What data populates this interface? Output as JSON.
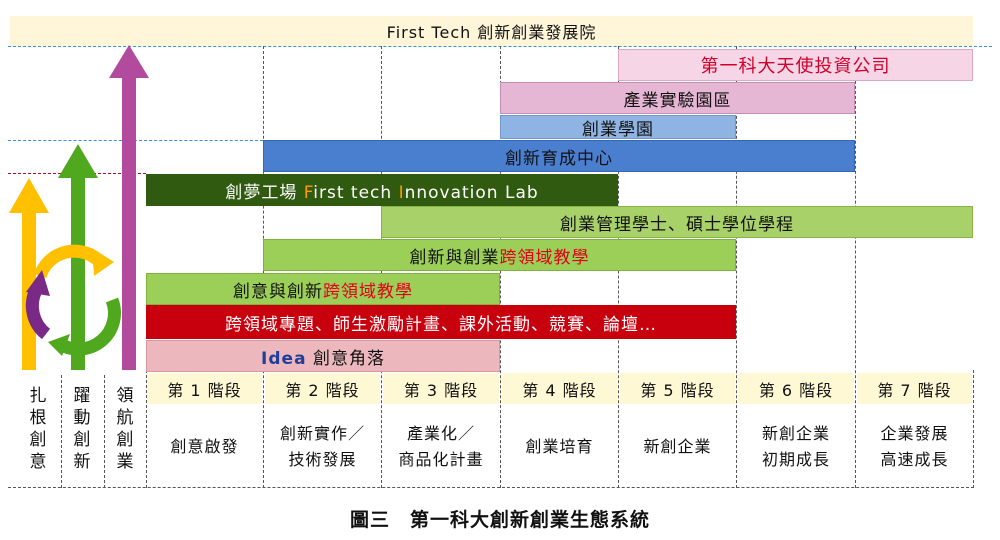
{
  "top_banner": "First Tech 創新創業發展院",
  "bars": {
    "angel": "第一科大天使投資公司",
    "park": "產業實驗園區",
    "academy": "創業學園",
    "incubator": "創新育成中心",
    "dream_lab": {
      "pre": "創夢工場 ",
      "f": "F",
      "mid1": "irst tech ",
      "i": "I",
      "mid2": "nnovation Lab"
    },
    "degree": "創業管理學士、碩士學位學程",
    "cross_innov": {
      "pre": "創新與創業",
      "hl": "跨領域教學"
    },
    "cross_creative": {
      "pre": "創意與創新",
      "hl": "跨領域教學"
    },
    "projects": "跨領域專題、師生激勵計畫、課外活動、競賽、論壇…",
    "idea": {
      "hl": "Idea",
      "rest": " 創意角落"
    }
  },
  "left_columns": [
    "扎根創意",
    "躍動創新",
    "領航創業"
  ],
  "stages": [
    {
      "label": "第 1 階段",
      "desc": [
        "創意啟發"
      ]
    },
    {
      "label": "第 2 階段",
      "desc": [
        "創新實作／",
        "技術發展"
      ]
    },
    {
      "label": "第 3 階段",
      "desc": [
        "產業化／",
        "商品化計畫"
      ]
    },
    {
      "label": "第 4 階段",
      "desc": [
        "創業培育"
      ]
    },
    {
      "label": "第 5 階段",
      "desc": [
        "新創企業"
      ]
    },
    {
      "label": "第 6 階段",
      "desc": [
        "新創企業",
        "初期成長"
      ]
    },
    {
      "label": "第 7 階段",
      "desc": [
        "企業發展",
        "高速成長"
      ]
    }
  ],
  "caption": "圖三　第一科大創新創業生態系統",
  "colors": {
    "banner": "#fff6d9",
    "angel": "#f6d5e6",
    "park": "#e6b6d5",
    "academy": "#8fb4e3",
    "incubator": "#4a7fd0",
    "dream_lab": "#2f5a0f",
    "degree": "#a8d16a",
    "cross": "#9ccf58",
    "projects": "#c8000e",
    "idea": "#ecb8be",
    "arrow_yellow": "#ffc000",
    "arrow_green": "#4fa81d",
    "arrow_purple": "#b24a9e"
  }
}
